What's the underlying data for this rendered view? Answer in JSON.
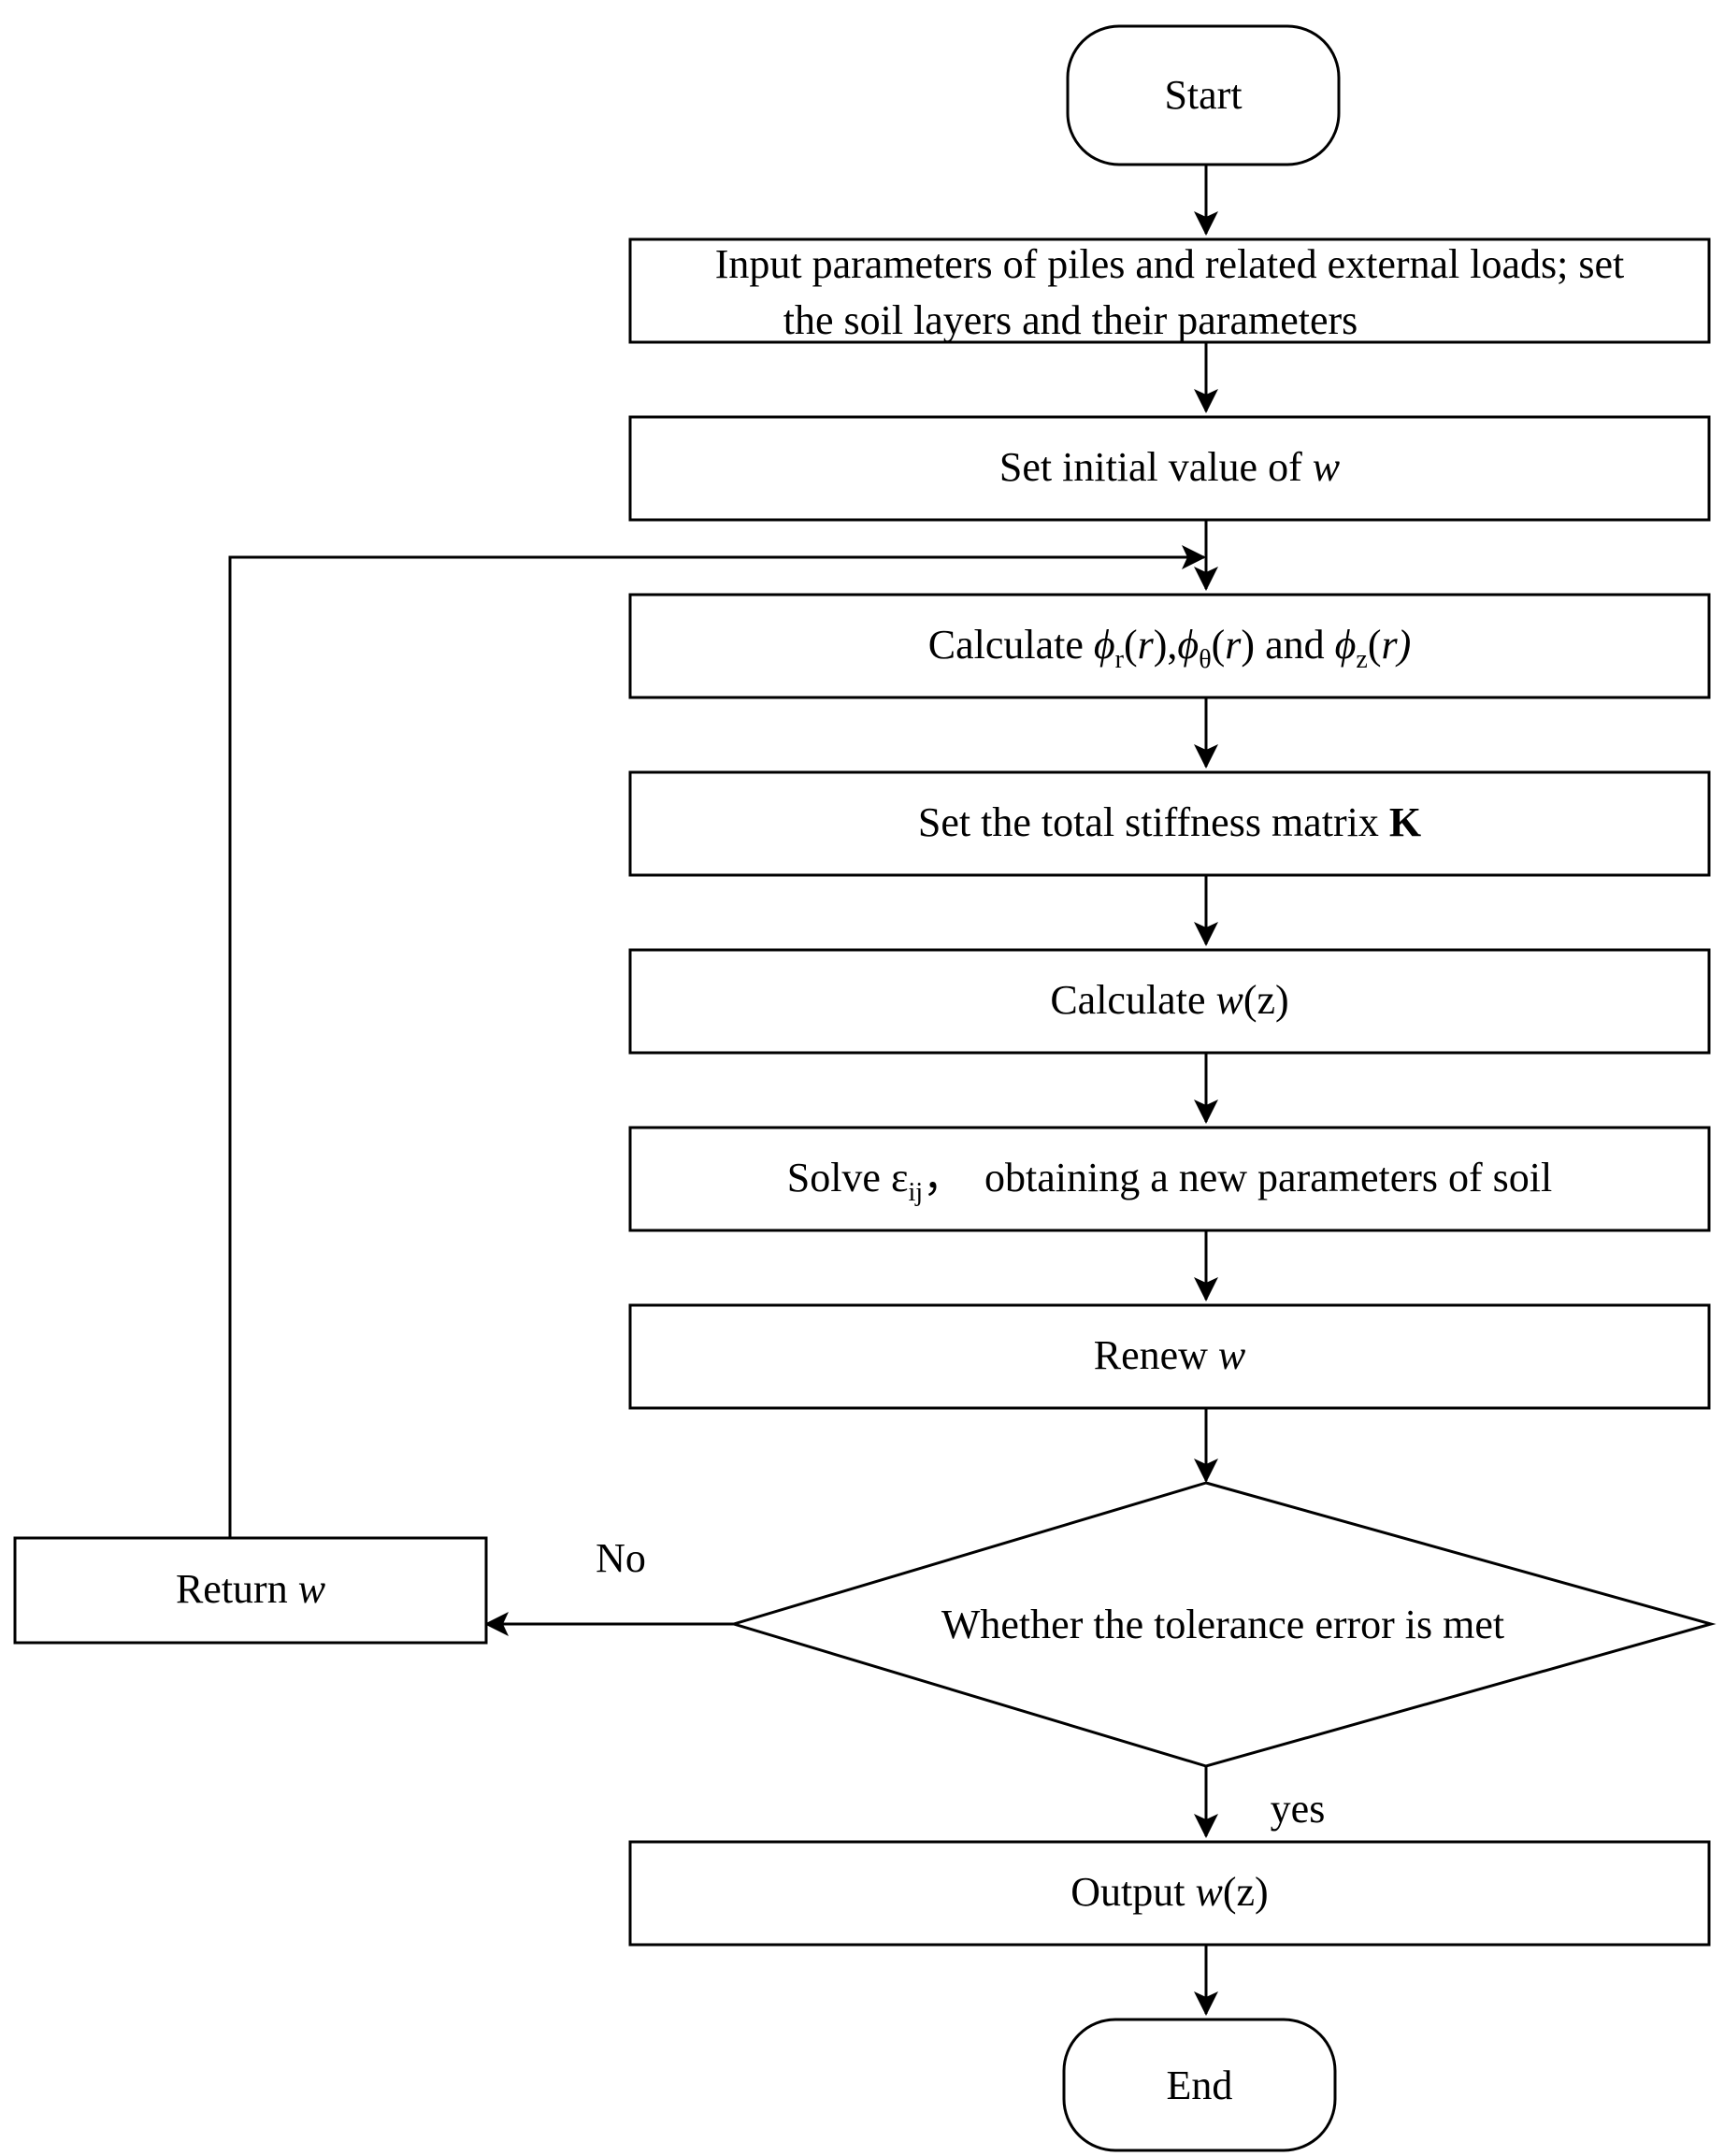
{
  "flowchart": {
    "start": {
      "label": "Start"
    },
    "input_params": {
      "line1": "Input parameters of piles and related external loads; set",
      "line2": "the soil layers and their parameters"
    },
    "set_initial": {
      "prefix": "Set initial value of ",
      "var": "w"
    },
    "calc_phi": {
      "prefix": "Calculate ",
      "phi": "ϕ",
      "sub_r": "r",
      "sub_theta": "θ",
      "sub_z": "z",
      "open": "(",
      "r": "r",
      "close": ")",
      "comma": ",",
      "and": " and "
    },
    "stiffness": {
      "prefix": "Set the total stiffness matrix ",
      "matrix": "K"
    },
    "calc_wz": {
      "prefix": "Calculate ",
      "var": "w",
      "arg": "(z)"
    },
    "solve_strain": {
      "prefix": "Solve ",
      "symbol": "ε",
      "sub": "ij",
      "suffix": "，  obtaining a new parameters of soil"
    },
    "renew": {
      "prefix": "Renew ",
      "var": "w"
    },
    "decision": {
      "label": "Whether the tolerance error is met"
    },
    "return_w": {
      "prefix": "Return ",
      "var": "w"
    },
    "output": {
      "prefix": "Output ",
      "var": "w",
      "arg": "(z)"
    },
    "end": {
      "label": "End"
    },
    "edge_labels": {
      "no": "No",
      "yes": "yes"
    }
  }
}
